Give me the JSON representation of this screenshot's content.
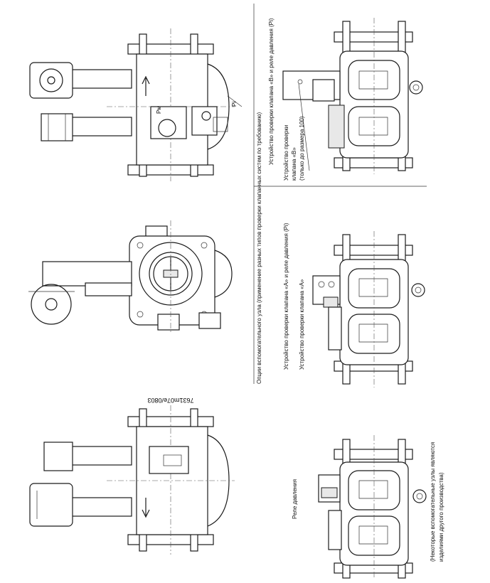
{
  "labels": {
    "doc_code": "7631m07e/0803",
    "pressure_relay": "Реле давления",
    "aux_options": "Опции вспомогательного узла (применение разных типов проверки клапанных систем по требованию)",
    "valve_b_and_relay": "Устройство проверки клапана «B» и реле давления (Pi)",
    "valve_b_line1": "Устройство проверки",
    "valve_b_line2": "клапана «B»",
    "valve_b_line3": "(только до размера 100)",
    "valve_a_and_relay": "Устройство проверки клапана «A» и реле давления (Pi)",
    "valve_a": "Устройство проверки клапана «A»",
    "note_line1": "(Некоторые вспомогательные узлы являются",
    "note_line2": "изделиями другого производства)",
    "pm": "Pм",
    "pi": "Pi"
  }
}
